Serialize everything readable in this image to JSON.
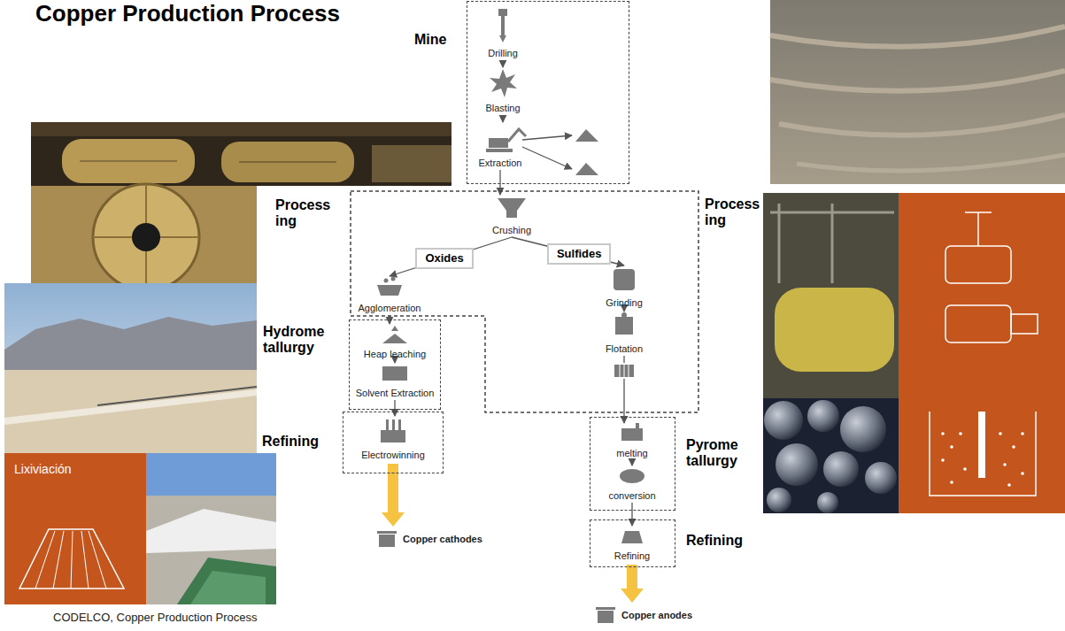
{
  "diagram": {
    "title": "Copper Production Process",
    "caption": "CODELCO, Copper Production Process",
    "nodes": [
      {
        "text": [
          "Mine"
        ]
      },
      {
        "text": [
          "Drilling"
        ],
        "in": 0
      },
      {
        "text": [
          "Blasting"
        ],
        "in": 0
      },
      {
        "text": [
          "Extraction"
        ],
        "in": 0
      },
      {
        "text": [
          "Process ing"
        ]
      },
      {
        "text": [
          "Crushing"
        ],
        "in": 4
      },
      {
        "text": [
          "Agglomeration"
        ],
        "in": 4
      },
      {
        "text": [
          "Grinding"
        ],
        "in": 4
      },
      {
        "text": [
          "Flotation"
        ],
        "in": 4
      },
      {
        "text": [
          "Hydrome tallurgy"
        ]
      },
      {
        "text": [
          "Heap leaching"
        ],
        "in": 9
      },
      {
        "text": [
          "Solvent Extraction"
        ],
        "in": 9
      },
      {
        "text": [
          "Refining"
        ]
      },
      {
        "text": [
          "Electrowinning"
        ],
        "in": 12
      },
      {
        "text": [
          "Copper cathodes"
        ]
      },
      {
        "text": [
          "Pyrome tallurgy"
        ]
      },
      {
        "text": [
          "melting"
        ],
        "in": 15
      },
      {
        "text": [
          "conversion"
        ],
        "in": 15
      },
      {
        "text": [
          "Refining"
        ]
      },
      {
        "text": [
          "Refining"
        ],
        "in": 18
      },
      {
        "text": [
          "Copper anodes"
        ]
      }
    ],
    "edges": [
      {
        "from": 1,
        "to": 2,
        "arrow": "to"
      },
      {
        "from": 2,
        "to": 3,
        "arrow": "to"
      },
      {
        "from": 3,
        "to": 5,
        "arrow": "to"
      },
      {
        "from": 5,
        "to": 6,
        "label": "Oxides",
        "arrow": "to"
      },
      {
        "from": 5,
        "to": 7,
        "label": "Sulfides",
        "arrow": "to"
      },
      {
        "from": 6,
        "to": 10,
        "arrow": "to"
      },
      {
        "from": 10,
        "to": 11,
        "arrow": "to"
      },
      {
        "from": 11,
        "to": 13,
        "arrow": "to"
      },
      {
        "from": 13,
        "to": 14,
        "arrow": "to"
      },
      {
        "from": 7,
        "to": 8,
        "arrow": "to"
      },
      {
        "from": 8,
        "to": 16,
        "arrow": "to"
      },
      {
        "from": 16,
        "to": 17,
        "arrow": "to"
      },
      {
        "from": 17,
        "to": 19,
        "arrow": "to"
      },
      {
        "from": 19,
        "to": 20,
        "arrow": "to"
      }
    ],
    "labels": [
      "Process ing",
      "Lixiviación"
    ]
  }
}
